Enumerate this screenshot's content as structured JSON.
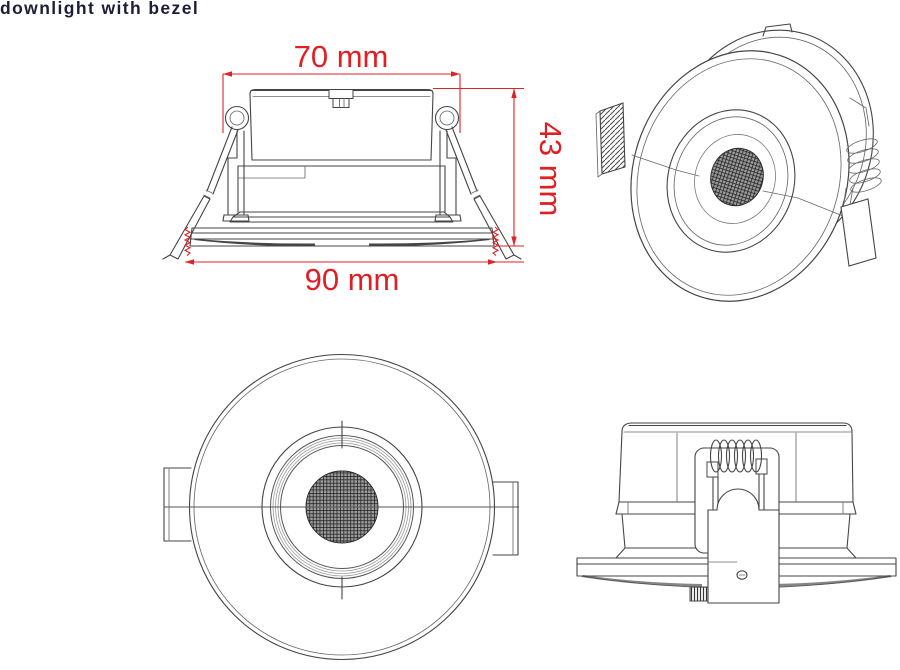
{
  "title": "downlight with bezel",
  "dimensions": {
    "top_width": "70 mm",
    "height": "43 mm",
    "bottom_width": "90 mm"
  },
  "colors": {
    "line": "#454545",
    "dimension_red": "#e02125",
    "title_text": "#1d1d3a",
    "background": "#ffffff"
  }
}
